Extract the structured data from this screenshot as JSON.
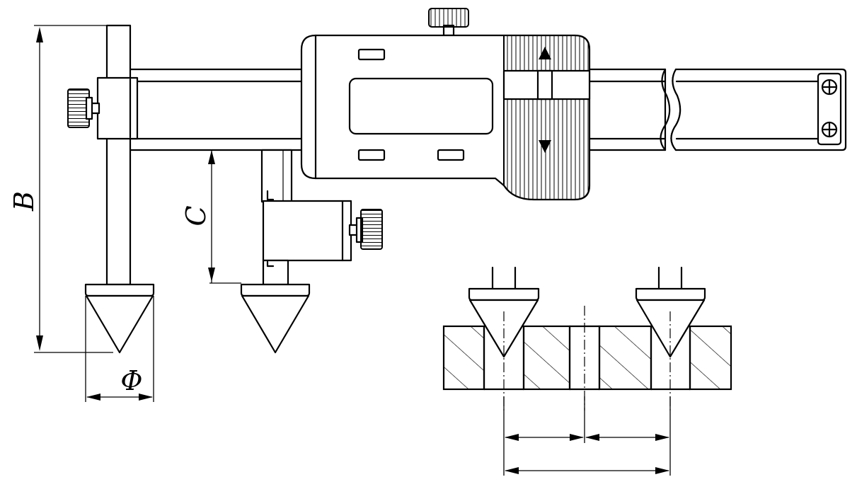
{
  "labels": {
    "dimension_b": "B",
    "dimension_c": "C",
    "dimension_phi": "Φ"
  },
  "icons": [
    "knurled-knob-icon",
    "screw-head-icon",
    "arrow-up-icon",
    "arrow-down-icon",
    "cone-tip-icon"
  ],
  "colors": {
    "line": "#000000",
    "background": "#ffffff"
  }
}
